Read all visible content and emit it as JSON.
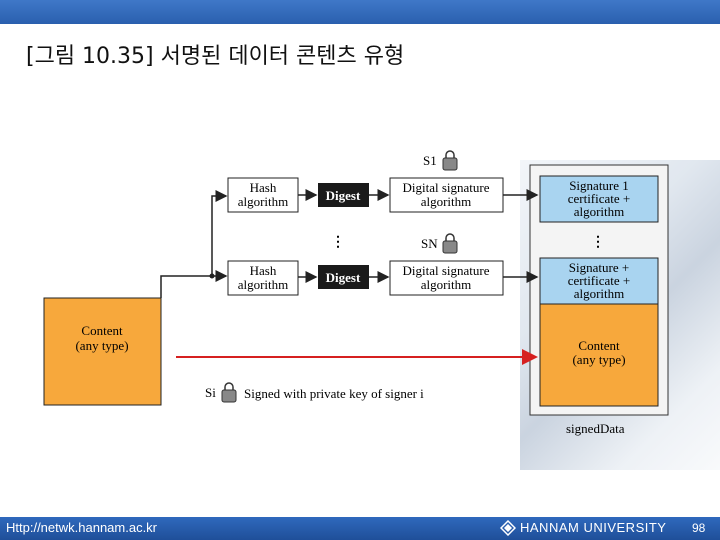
{
  "title": "[그림 10.35] 서명된 데이터 콘텐츠 유형",
  "diagram": {
    "signer_labels": [
      "S1",
      "SN",
      "Si"
    ],
    "hash_box": [
      "Hash",
      "algorithm"
    ],
    "hash_box_2": [
      "Hash",
      "algorithm"
    ],
    "digest": "Digest",
    "digest_2": "Digest",
    "dsa_box": [
      "Digital signature",
      "algorithm"
    ],
    "dsa_box_2": [
      "Digital signature",
      "algorithm"
    ],
    "sig_box_1": [
      "Signature 1",
      "certificate +",
      "algorithm"
    ],
    "sig_box_n": [
      "Signature +",
      "certificate +",
      "algorithm"
    ],
    "content_right": [
      "Content",
      "(any type)"
    ],
    "content_left": [
      "Content",
      "(any type)"
    ],
    "legend": "Signed with private key of signer i",
    "signed_label": "signedData",
    "colors": {
      "blue": "#a9d4f0",
      "orange": "#f7a83c",
      "arrow_red": "#d62020",
      "digest_bg": "#1a1a1a"
    }
  },
  "footer": {
    "url": "Http://netwk.hannam.ac.kr",
    "university": "HANNAM  UNIVERSITY",
    "page": "98"
  }
}
